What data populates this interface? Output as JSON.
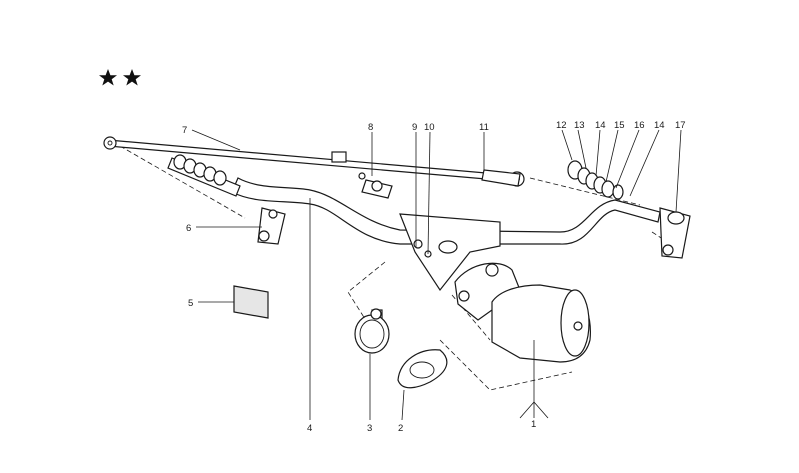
{
  "header": {
    "marker": "★★"
  },
  "callouts": {
    "c1": "1",
    "c2": "2",
    "c3": "3",
    "c4": "4",
    "c5": "5",
    "c6": "6",
    "c7": "7",
    "c8": "8",
    "c9": "9",
    "c10": "10",
    "c11": "11",
    "c12": "12",
    "c13": "13",
    "c14a": "14",
    "c15": "15",
    "c16": "16",
    "c14b": "14",
    "c17": "17"
  },
  "icons": {
    "marker": "star-icon"
  }
}
